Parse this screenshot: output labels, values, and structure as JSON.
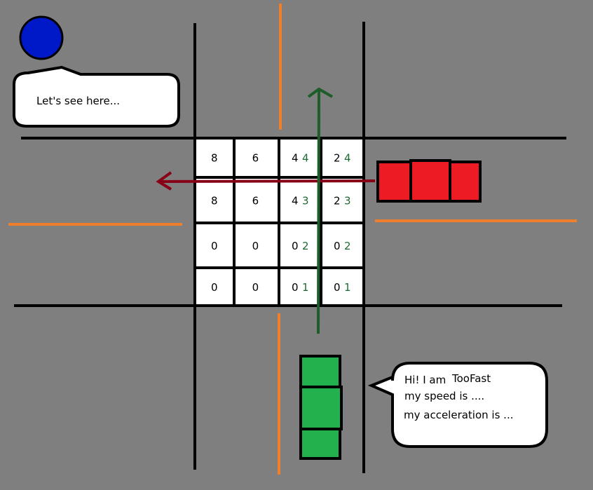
{
  "colors": {
    "background": "#7f7f7f",
    "road": "#000000",
    "lane": "#f07f2b",
    "red_car": "#ed1c24",
    "green_car": "#22b14c",
    "red_arrow": "#880015",
    "green_arrow": "#1e5c2a",
    "observer": "#0019c8"
  },
  "observer_bubble": {
    "text": "Let's see here..."
  },
  "car_bubble": {
    "line1_prefix": "Hi! I am",
    "name": "TooFast",
    "line2": "my speed is ....",
    "line3": "my acceleration is ..."
  },
  "grid": {
    "rows": [
      [
        {
          "a": "8"
        },
        {
          "a": "6"
        },
        {
          "a": "4",
          "b": "4"
        },
        {
          "a": "2",
          "b": "4"
        }
      ],
      [
        {
          "a": "8"
        },
        {
          "a": "6"
        },
        {
          "a": "4",
          "b": "3"
        },
        {
          "a": "2",
          "b": "3"
        }
      ],
      [
        {
          "a": "0"
        },
        {
          "a": "0"
        },
        {
          "a": "0",
          "b": "2"
        },
        {
          "a": "0",
          "b": "2"
        }
      ],
      [
        {
          "a": "0"
        },
        {
          "a": "0"
        },
        {
          "a": "0",
          "b": "1"
        },
        {
          "a": "0",
          "b": "1"
        }
      ]
    ]
  }
}
